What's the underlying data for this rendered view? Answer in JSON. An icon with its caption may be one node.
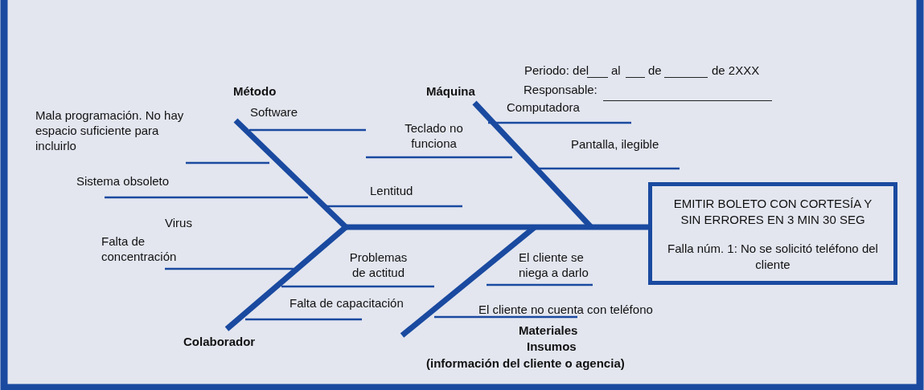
{
  "diagram": {
    "nodes": [
      {
        "text": [
          "EMITIR BOLETO CON CORTESÍA Y SIN ERRORES EN 3 MIN 30 SEG",
          "Falla núm. 1: No se solicitó teléfono del cliente"
        ]
      }
    ],
    "labels": [
      "Periodo: del",
      "al",
      "de",
      "de 2XXX",
      "Método",
      "Máquina",
      "Responsable:",
      "Software",
      "Mala programación. No hay espacio suficiente para incluirlo",
      "Computadora",
      "Teclado no funciona",
      "Pantalla, ilegible",
      "Sistema obsoleto",
      "Lentitud",
      "Virus",
      "Falta de concentración",
      "Problemas de actitud",
      "El cliente se niega a darlo",
      "Falta de capacitación",
      "El cliente no cuenta con teléfono",
      "Colaborador",
      "Materiales",
      "Insumos",
      "(información del cliente o agencia)"
    ]
  }
}
